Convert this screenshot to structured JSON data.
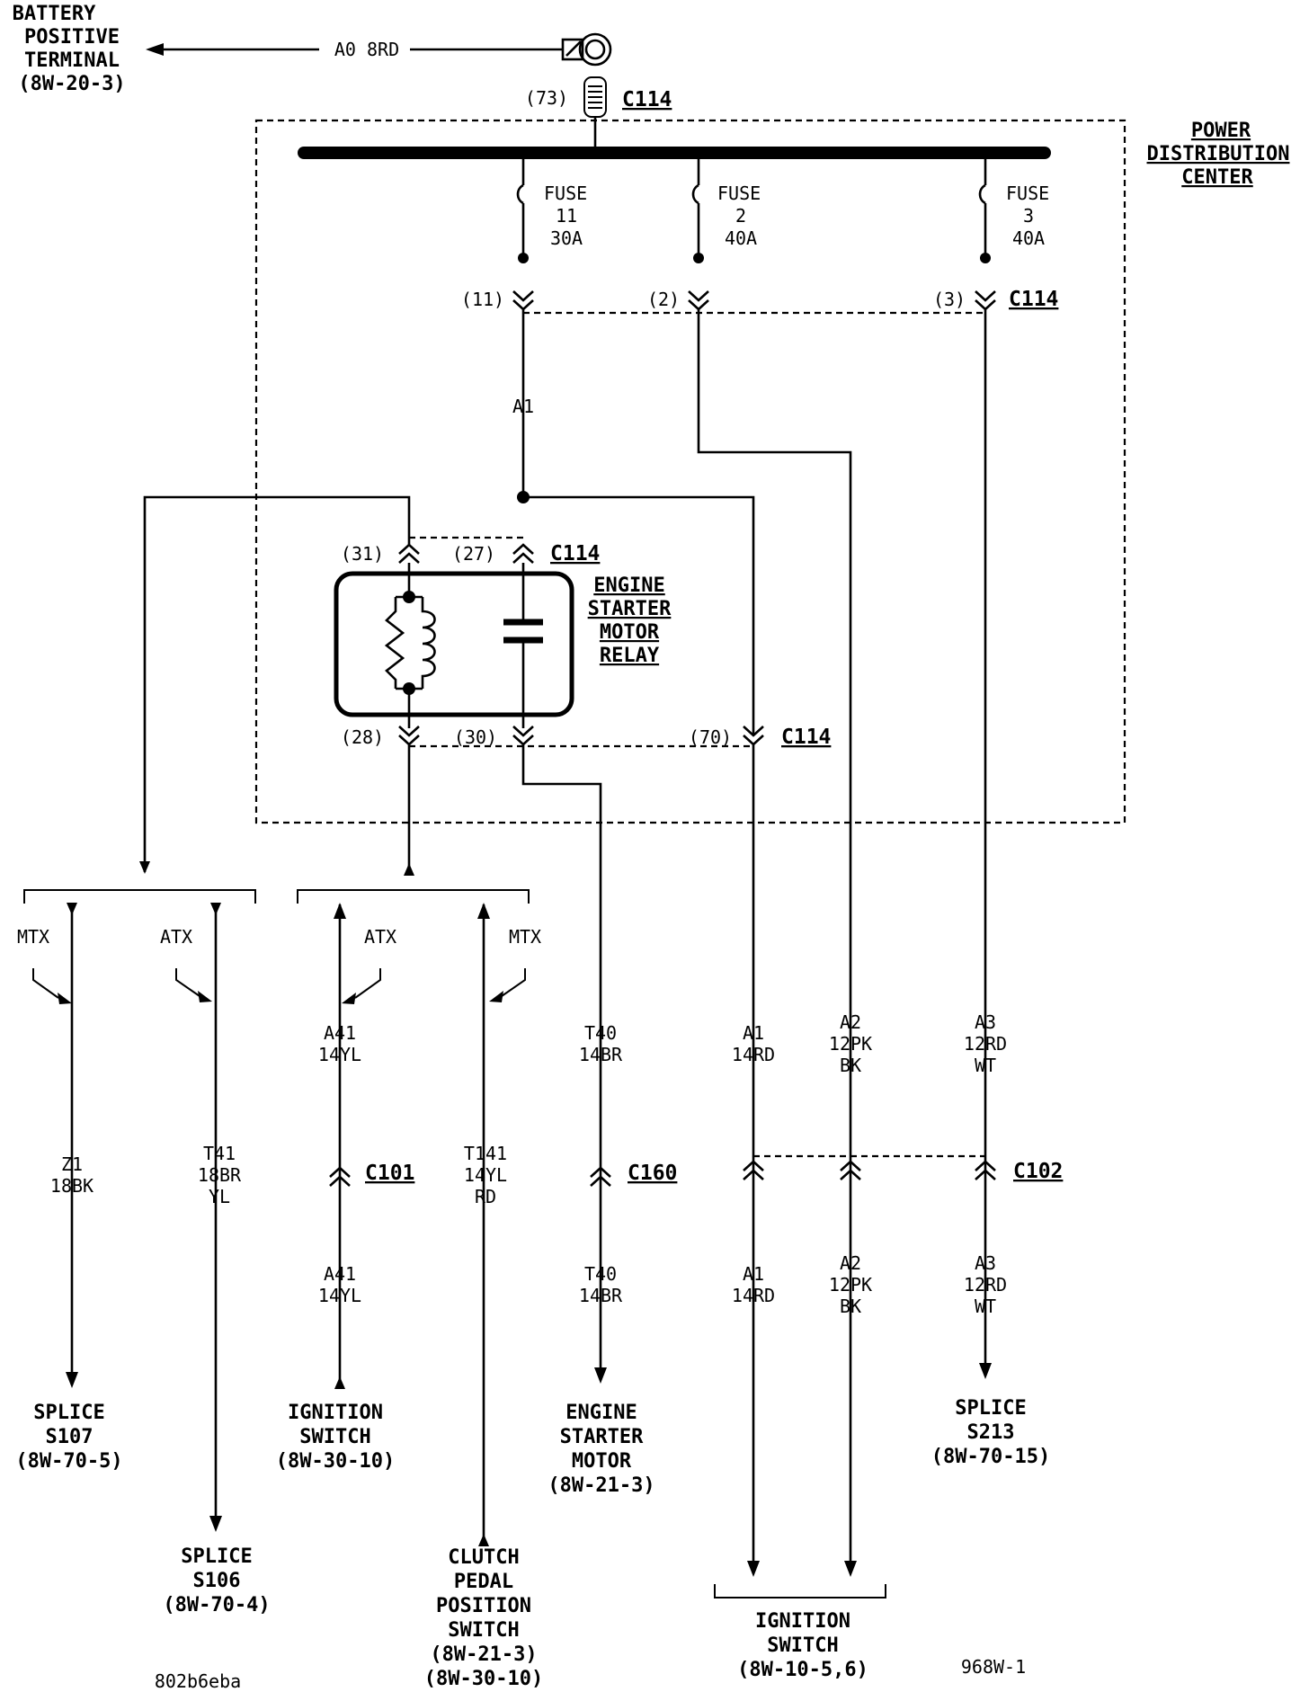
{
  "battery": {
    "line1": "BATTERY",
    "line2": "POSITIVE",
    "line3": "TERMINAL",
    "line4": "(8W-20-3)",
    "wire": "A0 8RD"
  },
  "pdc": {
    "line1": "POWER",
    "line2": "DISTRIBUTION",
    "line3": "CENTER"
  },
  "connectors": {
    "c114": "C114",
    "c101": "C101",
    "c160": "C160",
    "c102": "C102"
  },
  "pins": {
    "p73": "(73)",
    "p11": "(11)",
    "p2": "(2)",
    "p3": "(3)",
    "p31": "(31)",
    "p27": "(27)",
    "p28": "(28)",
    "p30": "(30)",
    "p70": "(70)"
  },
  "fuses": [
    {
      "label": "FUSE",
      "num": "11",
      "amp": "30A"
    },
    {
      "label": "FUSE",
      "num": "2",
      "amp": "40A"
    },
    {
      "label": "FUSE",
      "num": "3",
      "amp": "40A"
    }
  ],
  "relay": {
    "line1": "ENGINE",
    "line2": "STARTER",
    "line3": "MOTOR",
    "line4": "RELAY"
  },
  "wires": {
    "a1_top": "A1",
    "mtx1": "MTX",
    "atx1": "ATX",
    "atx2": "ATX",
    "mtx2": "MTX",
    "z1": [
      "Z1",
      "18BK"
    ],
    "t41": [
      "T41",
      "18BR",
      "YL"
    ],
    "a41_up": [
      "A41",
      "14YL"
    ],
    "a41_dn": [
      "A41",
      "14YL"
    ],
    "t141": [
      "T141",
      "14YL",
      "RD"
    ],
    "t40_up": [
      "T40",
      "14BR"
    ],
    "t40_dn": [
      "T40",
      "14BR"
    ],
    "a1_up": [
      "A1",
      "14RD"
    ],
    "a1_dn": [
      "A1",
      "14RD"
    ],
    "a2_up": [
      "A2",
      "12PK",
      "BK"
    ],
    "a2_dn": [
      "A2",
      "12PK",
      "BK"
    ],
    "a3_up": [
      "A3",
      "12RD",
      "WT"
    ],
    "a3_dn": [
      "A3",
      "12RD",
      "WT"
    ]
  },
  "destinations": {
    "s107": [
      "SPLICE",
      "S107",
      "(8W-70-5)"
    ],
    "s106": [
      "SPLICE",
      "S106",
      "(8W-70-4)"
    ],
    "ign1": [
      "IGNITION",
      "SWITCH",
      "(8W-30-10)"
    ],
    "clutch": [
      "CLUTCH",
      "PEDAL",
      "POSITION",
      "SWITCH",
      "(8W-21-3)",
      "(8W-30-10)"
    ],
    "starter": [
      "ENGINE",
      "STARTER",
      "MOTOR",
      "(8W-21-3)"
    ],
    "ign2": [
      "IGNITION",
      "SWITCH",
      "(8W-10-5,6)"
    ],
    "s213": [
      "SPLICE",
      "S213",
      "(8W-70-15)"
    ]
  },
  "footer": {
    "left": "802b6eba",
    "right": "968W-1"
  }
}
